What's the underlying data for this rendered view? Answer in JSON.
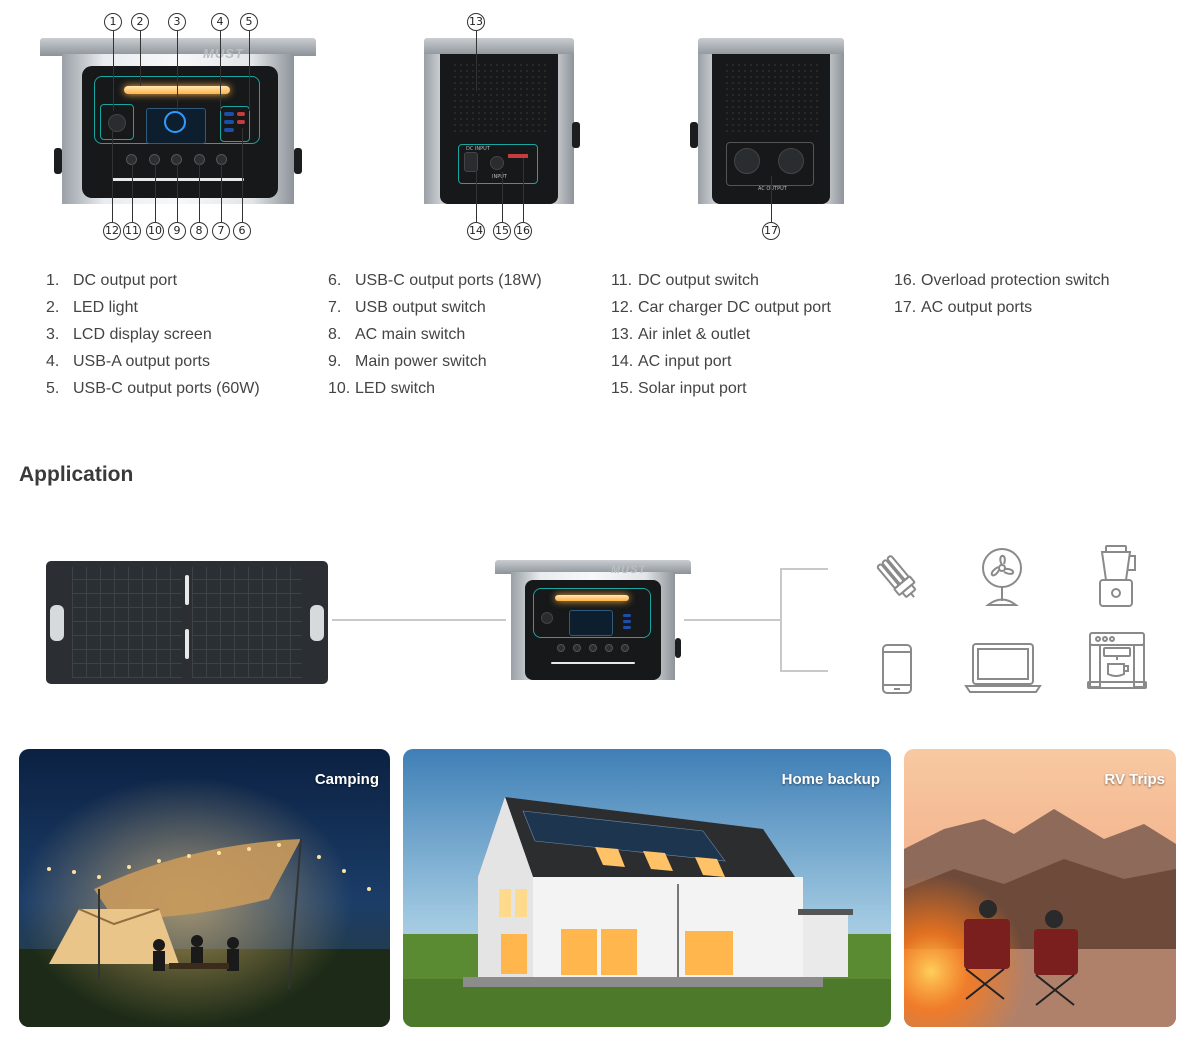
{
  "diagram": {
    "front_callouts_top": [
      "1",
      "2",
      "3",
      "4",
      "5"
    ],
    "front_callouts_bottom": [
      "12",
      "11",
      "10",
      "9",
      "8",
      "7",
      "6"
    ],
    "back_callouts_top": [
      "13"
    ],
    "back_callouts_bottom": [
      "14",
      "15",
      "16"
    ],
    "side_callouts_bottom": [
      "17"
    ],
    "brand_text": "MUST",
    "back_labels": {
      "dc_input": "DC INPUT",
      "input": "INPUT"
    },
    "side_label": "AC OUTPUT"
  },
  "legend": {
    "col1": [
      {
        "num": "1.",
        "text": "DC output port"
      },
      {
        "num": "2.",
        "text": "LED light"
      },
      {
        "num": "3.",
        "text": "LCD display screen"
      },
      {
        "num": "4.",
        "text": "USB-A output ports"
      },
      {
        "num": "5.",
        "text": "USB-C output ports (60W)"
      }
    ],
    "col2": [
      {
        "num": "6.",
        "text": "USB-C output ports (18W)"
      },
      {
        "num": "7.",
        "text": "USB output switch"
      },
      {
        "num": "8.",
        "text": "AC main switch"
      },
      {
        "num": "9.",
        "text": "Main power switch"
      },
      {
        "num": "10.",
        "text": "LED switch"
      }
    ],
    "col3": [
      {
        "num": "11.",
        "text": "DC output switch"
      },
      {
        "num": "12.",
        "text": "Car charger DC output port"
      },
      {
        "num": "13.",
        "text": "Air inlet & outlet"
      },
      {
        "num": "14.",
        "text": "AC input port"
      },
      {
        "num": "15.",
        "text": "Solar input port"
      }
    ],
    "col4": [
      {
        "num": "16.",
        "text": "Overload protection switch"
      },
      {
        "num": "17.",
        "text": "AC output ports"
      }
    ]
  },
  "application": {
    "title": "Application",
    "brand_text": "MUST",
    "icons": [
      "cfl-bulb-icon",
      "fan-icon",
      "blender-icon",
      "smartphone-icon",
      "laptop-icon",
      "coffee-machine-icon"
    ],
    "colors": {
      "line": "#c9c9c9",
      "icon": "#8a8a8a",
      "teal": "#1aa6a0",
      "led": "#ffb347"
    }
  },
  "photos": [
    {
      "label": "Camping"
    },
    {
      "label": "Home backup"
    },
    {
      "label": "RV Trips"
    }
  ]
}
